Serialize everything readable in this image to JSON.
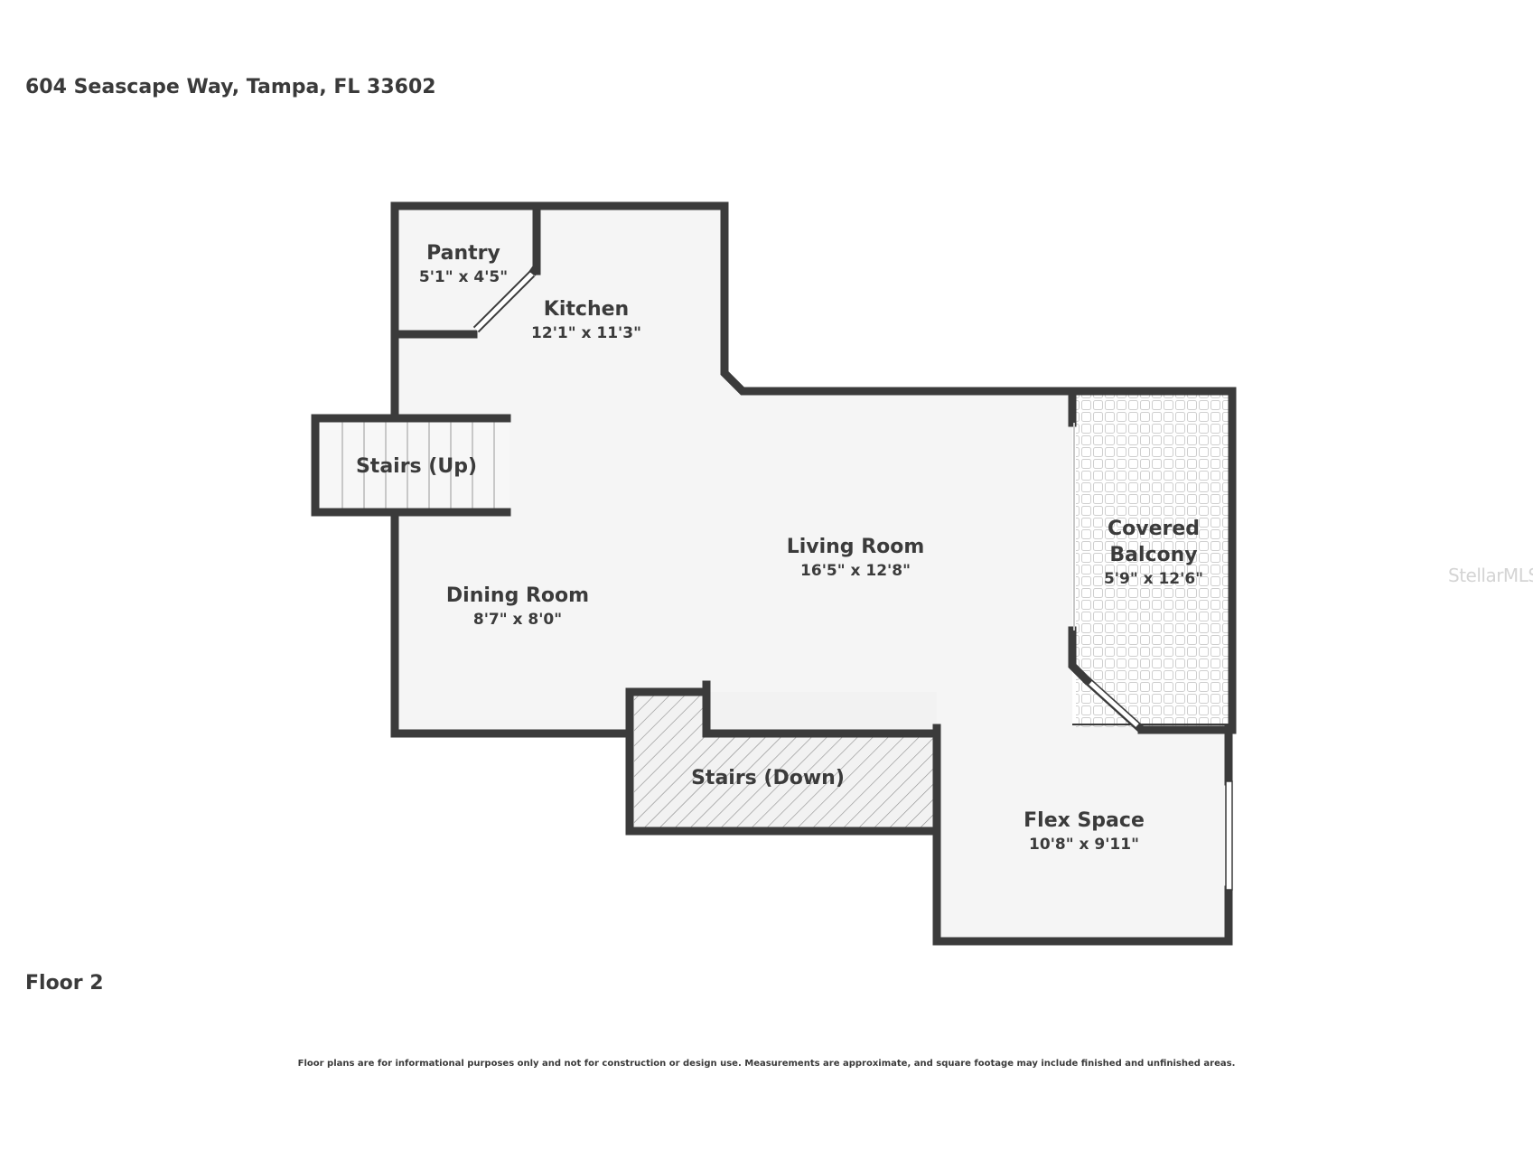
{
  "address": "604 Seascape Way, Tampa, FL 33602",
  "floor_label": "Floor 2",
  "disclaimer": "Floor plans are for informational purposes only and not for construction or design use. Measurements are approximate, and square footage may include finished and unfinished areas.",
  "watermark": "StellarMLS",
  "rooms": {
    "pantry": {
      "name": "Pantry",
      "dims": "5'1\" x 4'5\""
    },
    "kitchen": {
      "name": "Kitchen",
      "dims": "12'1\" x 11'3\""
    },
    "stairs_up": {
      "name": "Stairs (Up)"
    },
    "living_room": {
      "name": "Living Room",
      "dims": "16'5\" x 12'8\""
    },
    "covered_balcony": {
      "name_line1": "Covered",
      "name_line2": "Balcony",
      "dims": "5'9\" x 12'6\""
    },
    "dining_room": {
      "name": "Dining Room",
      "dims": "8'7\" x 8'0\""
    },
    "stairs_down": {
      "name": "Stairs (Down)"
    },
    "flex_space": {
      "name": "Flex Space",
      "dims": "10'8\" x 9'11\""
    }
  },
  "colors": {
    "wall": "#3b3b3b",
    "floor": "#f5f5f5",
    "background": "#ffffff"
  }
}
